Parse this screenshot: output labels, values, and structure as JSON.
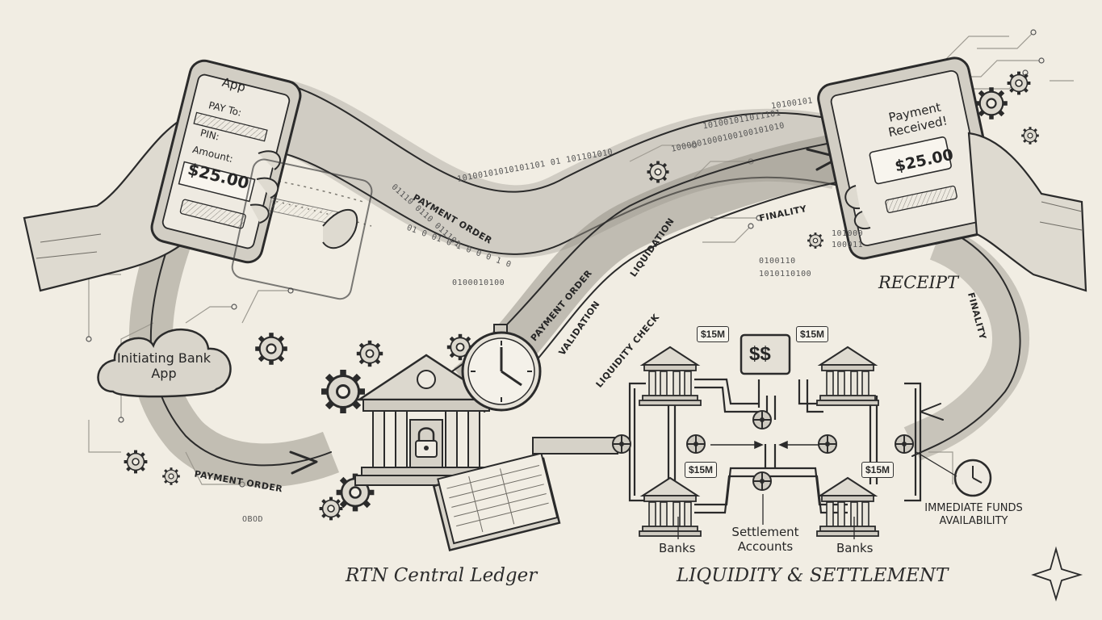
{
  "sender_phone": {
    "app_title": "App",
    "pay_to_label": "PAY To:",
    "pin_label": "PIN:",
    "amount_label": "Amount:",
    "amount_value": "$25.00"
  },
  "receiver_tablet": {
    "message": "Payment Received!",
    "amount_value": "$25.00"
  },
  "binary_strings": [
    "10100101",
    "101001011011101",
    "1000001000100100101010",
    "10100101010101101 01 101101010",
    "01110 0110 011101",
    "01 0 01 0 1 0 0 0 1 0",
    "101000",
    "100011",
    "0100110",
    "1010110100",
    "0100010100",
    "OBOD"
  ],
  "cloud_label": "Initiating Bank App",
  "flow_labels": {
    "payment_order_top": "PAYMENT ORDER",
    "payment_order_middle": "PAYMENT ORDER",
    "payment_order_bottom": "PAYMENT ORDER",
    "validation": "VALIDATION",
    "liquidation": "LIQUIDATION",
    "liquidity_check": "LIQUIDITY CHECK",
    "finality_top": "FINALITY",
    "finality_right": "FINALITY",
    "receipt": "RECEIPT"
  },
  "settlement": {
    "tags": [
      "$15M",
      "$15M",
      "$15M",
      "$15M"
    ],
    "center_box": "$$",
    "banks_left": "Banks",
    "banks_right": "Banks",
    "settlement_accounts": "Settlement Accounts",
    "immediate_funds": "IMMEDIATE FUNDS AVAILABILITY"
  },
  "captions": {
    "ledger": "RTN Central Ledger",
    "liquidity": "LIQUIDITY & SETTLEMENT"
  },
  "icons": [
    "hand-icon",
    "smartphone-icon",
    "tablet-icon",
    "cloud-icon",
    "gear-icon",
    "bank-building-icon",
    "padlock-icon",
    "stopwatch-icon",
    "ledger-book-icon",
    "pipe-network-icon",
    "valve-icon",
    "clock-icon",
    "sparkle-icon"
  ],
  "colors": {
    "paper": "#f1ede3",
    "ink": "#2b2b2b"
  }
}
